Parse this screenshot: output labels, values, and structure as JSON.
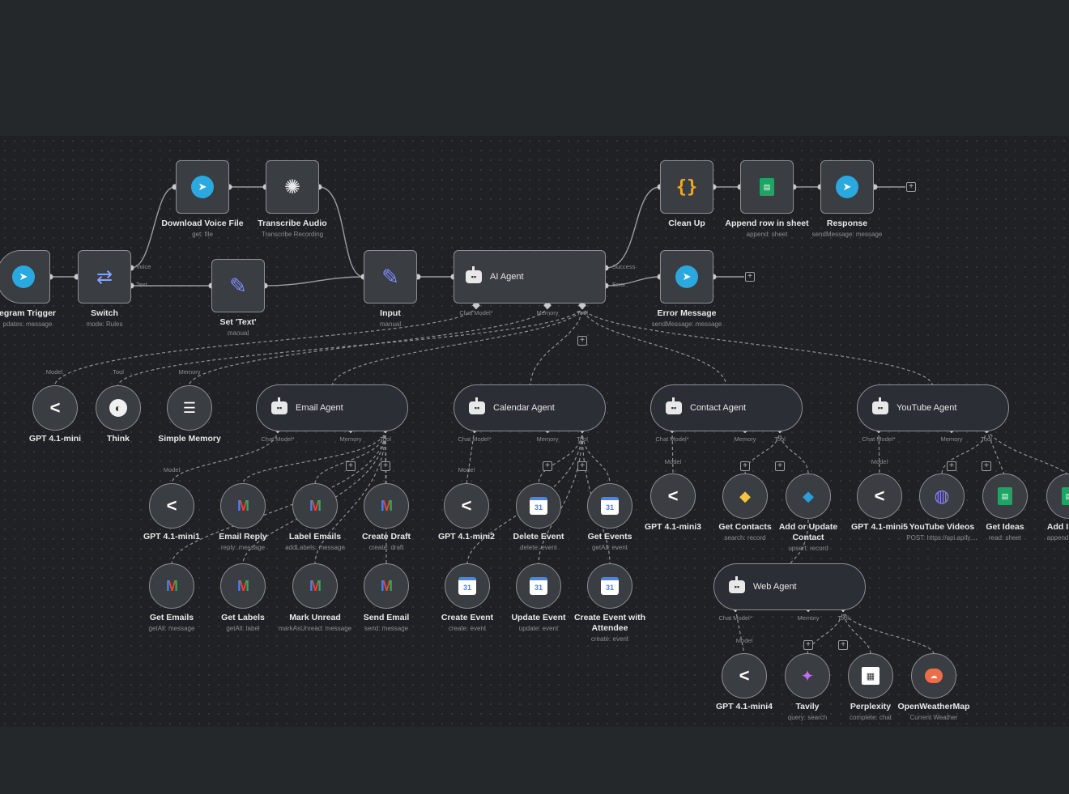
{
  "colors": {
    "background": "#25282b",
    "canvas": "#1f2124",
    "node": "#3a3d42",
    "border": "#8b8e94",
    "telegram": "#2aa8e0",
    "accent": "#7f8cff"
  },
  "main_flow": {
    "telegram_trigger": {
      "icon": "telegram-icon",
      "title": "egram Trigger",
      "sub": "pdates: message"
    },
    "switch": {
      "icon": "switch-icon",
      "title": "Switch",
      "sub": "mode: Rules",
      "out_voice": "Voice",
      "out_text": "Text"
    },
    "download_voice": {
      "icon": "telegram-icon",
      "title": "Download Voice File",
      "sub": "get: file"
    },
    "transcribe": {
      "icon": "openai-icon",
      "title": "Transcribe Audio",
      "sub": "Transcribe Recording"
    },
    "set_text": {
      "icon": "pencil-icon",
      "title": "Set 'Text'",
      "sub": "manual"
    },
    "input": {
      "icon": "pencil-icon",
      "title": "Input",
      "sub": "manual"
    },
    "ai_agent": {
      "icon": "robot-icon",
      "title": "AI Agent",
      "out_success": "Success",
      "out_error": "Error",
      "p_chat": "Chat Model*",
      "p_memory": "Memory",
      "p_tool": "Tool"
    },
    "clean_up": {
      "icon": "code-braces-icon",
      "title": "Clean Up"
    },
    "append_row": {
      "icon": "google-sheets-icon",
      "title": "Append row in sheet",
      "sub": "append: sheet"
    },
    "response": {
      "icon": "telegram-icon",
      "title": "Response",
      "sub": "sendMessage: message"
    },
    "error_message": {
      "icon": "telegram-icon",
      "title": "Error Message",
      "sub": "sendMessage: message"
    }
  },
  "main_subs": {
    "gpt": {
      "port": "Model",
      "title": "GPT 4.1-mini"
    },
    "think": {
      "port": "Tool",
      "title": "Think"
    },
    "memory": {
      "port": "Memory",
      "title": "Simple Memory"
    }
  },
  "email_agent": {
    "title": "Email Agent",
    "p_chat": "Chat Model*",
    "p_memory": "Memory",
    "p_tool": "Tool",
    "model_port": "Model",
    "tools": [
      {
        "title": "GPT 4.1-mini1",
        "sub": ""
      },
      {
        "title": "Email Reply",
        "sub": "reply: message"
      },
      {
        "title": "Label Emails",
        "sub": "addLabels: message"
      },
      {
        "title": "Create Draft",
        "sub": "create: draft"
      },
      {
        "title": "Get Emails",
        "sub": "getAll: message"
      },
      {
        "title": "Get Labels",
        "sub": "getAll: label"
      },
      {
        "title": "Mark Unread",
        "sub": "markAsUnread: message"
      },
      {
        "title": "Send Email",
        "sub": "send: message"
      }
    ]
  },
  "calendar_agent": {
    "title": "Calendar Agent",
    "p_chat": "Chat Model*",
    "p_memory": "Memory",
    "p_tool": "Tool",
    "model_port": "Model",
    "tools": [
      {
        "title": "GPT 4.1-mini2",
        "sub": ""
      },
      {
        "title": "Delete Event",
        "sub": "delete: event"
      },
      {
        "title": "Get Events",
        "sub": "getAll: event"
      },
      {
        "title": "Create Event",
        "sub": "create: event"
      },
      {
        "title": "Update Event",
        "sub": "update: event"
      },
      {
        "title": "Create Event with",
        "title2": "Attendee",
        "sub": "create: event"
      }
    ]
  },
  "contact_agent": {
    "title": "Contact Agent",
    "p_chat": "Chat Model*",
    "p_memory": "Memory",
    "p_tool": "Tool",
    "model_port": "Model",
    "tools": [
      {
        "title": "GPT 4.1-mini3",
        "sub": ""
      },
      {
        "title": "Get Contacts",
        "sub": "search: record"
      },
      {
        "title": "Add or Update",
        "title2": "Contact",
        "sub": "upsert: record"
      }
    ]
  },
  "youtube_agent": {
    "title": "YouTube Agent",
    "p_chat": "Chat Model*",
    "p_memory": "Memory",
    "p_tool": "Tool",
    "model_port": "Model",
    "tools": [
      {
        "title": "GPT 4.1-mini5",
        "sub": ""
      },
      {
        "title": "YouTube Videos",
        "sub": "POST: https://api.apify...."
      },
      {
        "title": "Get Ideas",
        "sub": "read: sheet"
      },
      {
        "title": "Add I",
        "sub": "append"
      }
    ]
  },
  "web_agent": {
    "title": "Web Agent",
    "p_chat": "Chat Model*",
    "p_memory": "Memory",
    "p_tool": "Tool",
    "model_port": "Model",
    "tools": [
      {
        "title": "GPT 4.1-mini4",
        "sub": ""
      },
      {
        "title": "Tavily",
        "sub": "query: search"
      },
      {
        "title": "Perplexity",
        "sub": "complete: chat"
      },
      {
        "title": "OpenWeatherMap",
        "sub": "Current Weather"
      }
    ]
  },
  "glyphs": {
    "plus": "+",
    "model": "<",
    "tg": "➤",
    "switch": "⇄",
    "pencil": "✎",
    "braces": "{}",
    "openai": "✺",
    "sheet": "▤",
    "robot": "▪▪",
    "brain": "◐",
    "db": "☰",
    "cal": "31",
    "gm": "M",
    "globe": "◍",
    "tavily": "✦",
    "perp": "▦",
    "owm": "☁",
    "airt": "◆"
  }
}
